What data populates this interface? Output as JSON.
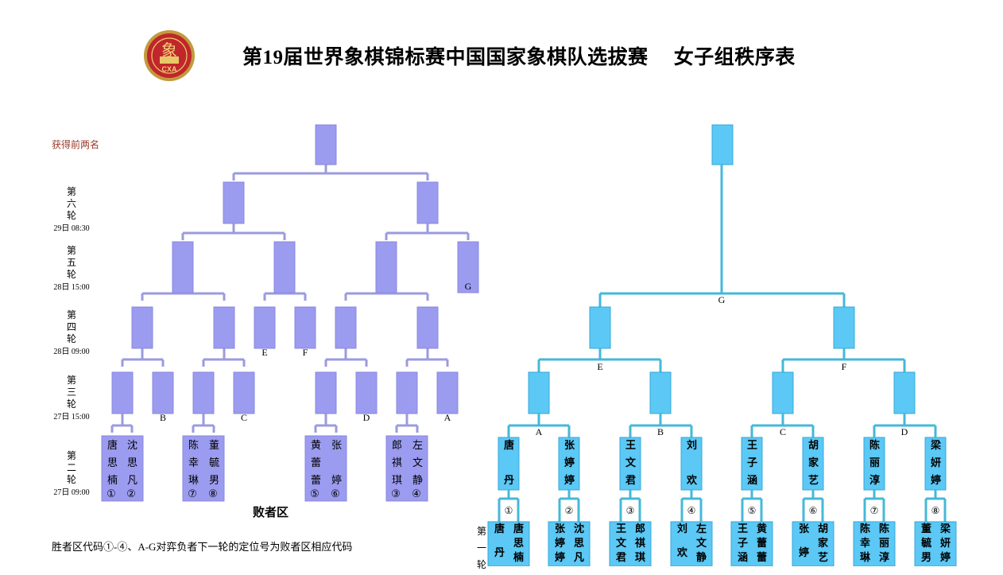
{
  "title": "第19届世界象棋锦标赛中国国家象棋队选拔赛　 女子组秩序表",
  "logo": {
    "icon": "cxa-logo-icon",
    "char": "象",
    "text": "CXA"
  },
  "colors": {
    "loser_box": "#9b9bf0",
    "loser_line": "#9b9bde",
    "winner_box": "#5bc8f5",
    "winner_line": "#45b8d8",
    "accent_red": "#9b3a2a"
  },
  "labels": {
    "top_two": "获得前两名",
    "loser_caption": "败者区",
    "footnote": "胜者区代码①-④、A-G对弈负者下一轮的定位号为败者区相应代码"
  },
  "rounds": [
    {
      "name": "第六轮",
      "time": "29日 08:30"
    },
    {
      "name": "第五轮",
      "time": "28日 15:00"
    },
    {
      "name": "第四轮",
      "time": "28日 09:00"
    },
    {
      "name": "第三轮",
      "time": "27日 15:00"
    },
    {
      "name": "第二轮",
      "time": "27日 09:00"
    },
    {
      "name": "第一轮",
      "time": ""
    }
  ],
  "loser_bracket": {
    "entry_codes": [
      "B",
      "C",
      "D",
      "A",
      "E",
      "F",
      "G"
    ],
    "round2_players": [
      {
        "name": "唐思楠",
        "code": "①"
      },
      {
        "name": "沈思凡",
        "code": "②"
      },
      {
        "name": "陈幸琳",
        "code": "⑦"
      },
      {
        "name": "董毓男",
        "code": "⑧"
      },
      {
        "name": "黄蕾蕾",
        "code": "⑤"
      },
      {
        "name": "张婷",
        "code": "⑥"
      },
      {
        "name": "郎祺琪",
        "code": "③"
      },
      {
        "name": "左文静",
        "code": "④"
      }
    ]
  },
  "winner_bracket": {
    "round2_codes": [
      "A",
      "B",
      "C",
      "D"
    ],
    "round3_codes": [
      "E",
      "F"
    ],
    "round4_codes": [
      "G"
    ],
    "round1_codes": [
      "①",
      "②",
      "③",
      "④",
      "⑤",
      "⑥",
      "⑦",
      "⑧"
    ],
    "round1_winners": [
      "唐丹",
      "张婷婷",
      "王文君",
      "刘欢",
      "王子涵",
      "胡家艺",
      "陈丽淳",
      "梁妍婷"
    ],
    "round1_pairs": [
      [
        "唐丹",
        "唐思楠"
      ],
      [
        "张婷婷",
        "沈思凡"
      ],
      [
        "王文君",
        "郎祺琪"
      ],
      [
        "刘欢",
        "左文静"
      ],
      [
        "王子涵",
        "黄蕾蕾"
      ],
      [
        "张婷",
        "胡家艺"
      ],
      [
        "陈幸琳",
        "陈丽淳"
      ],
      [
        "董毓男",
        "梁妍婷"
      ]
    ]
  }
}
